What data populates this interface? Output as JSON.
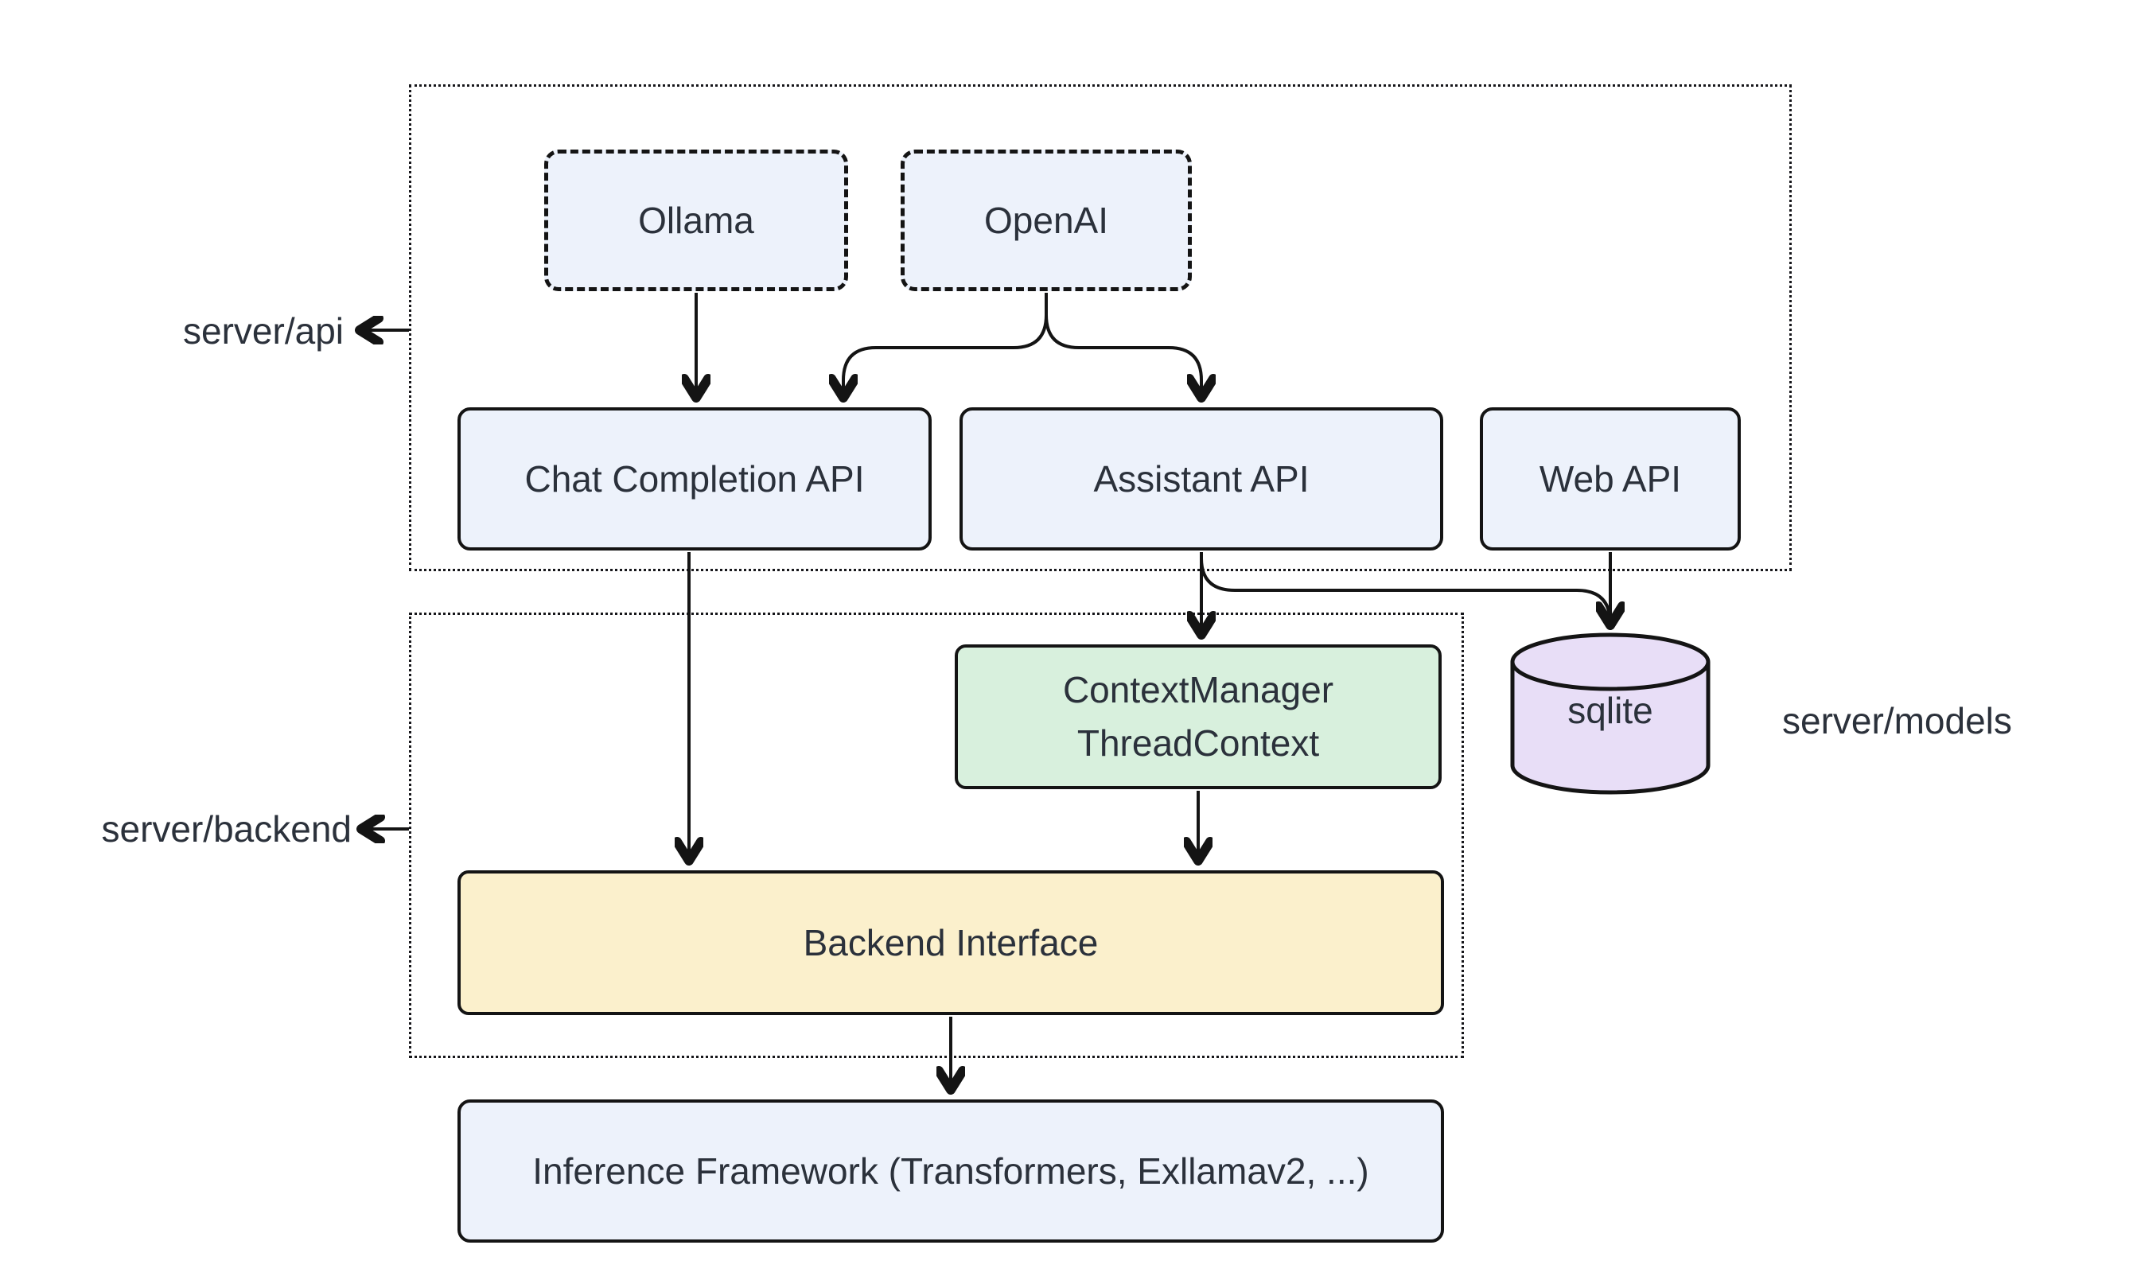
{
  "containers": {
    "server_api": {
      "label": "server/api"
    },
    "server_backend": {
      "label": "server/backend"
    }
  },
  "side_labels": {
    "server_models": "server/models"
  },
  "nodes": {
    "ollama": {
      "label": "Ollama"
    },
    "openai": {
      "label": "OpenAI"
    },
    "chat_completion_api": {
      "label": "Chat Completion API"
    },
    "assistant_api": {
      "label": "Assistant API"
    },
    "web_api": {
      "label": "Web API"
    },
    "context_manager": {
      "line1": "ContextManager",
      "line2": "ThreadContext"
    },
    "sqlite": {
      "label": "sqlite"
    },
    "backend_interface": {
      "label": "Backend Interface"
    },
    "inference_framework": {
      "label": "Inference Framework (Transformers, Exllamav2, ...)"
    }
  },
  "edges": [
    {
      "from": "Ollama",
      "to": "Chat Completion API"
    },
    {
      "from": "OpenAI",
      "to": "Chat Completion API"
    },
    {
      "from": "OpenAI",
      "to": "Assistant API"
    },
    {
      "from": "Chat Completion API",
      "to": "Backend Interface"
    },
    {
      "from": "Assistant API",
      "to": "ContextManager ThreadContext"
    },
    {
      "from": "Assistant API",
      "to": "sqlite"
    },
    {
      "from": "Web API",
      "to": "sqlite"
    },
    {
      "from": "ContextManager ThreadContext",
      "to": "Backend Interface"
    },
    {
      "from": "Backend Interface",
      "to": "Inference Framework (Transformers, Exllamav2, ...)"
    },
    {
      "from": "server/api group border",
      "to": "server/api label"
    },
    {
      "from": "server/backend group border",
      "to": "server/backend label"
    }
  ],
  "colors": {
    "node_blue": "#edf2fb",
    "node_green": "#d8f0dd",
    "node_yellow": "#fbf0cc",
    "node_purple": "#e8def7",
    "stroke": "#141414",
    "text": "#2b313b",
    "background": "#ffffff"
  }
}
